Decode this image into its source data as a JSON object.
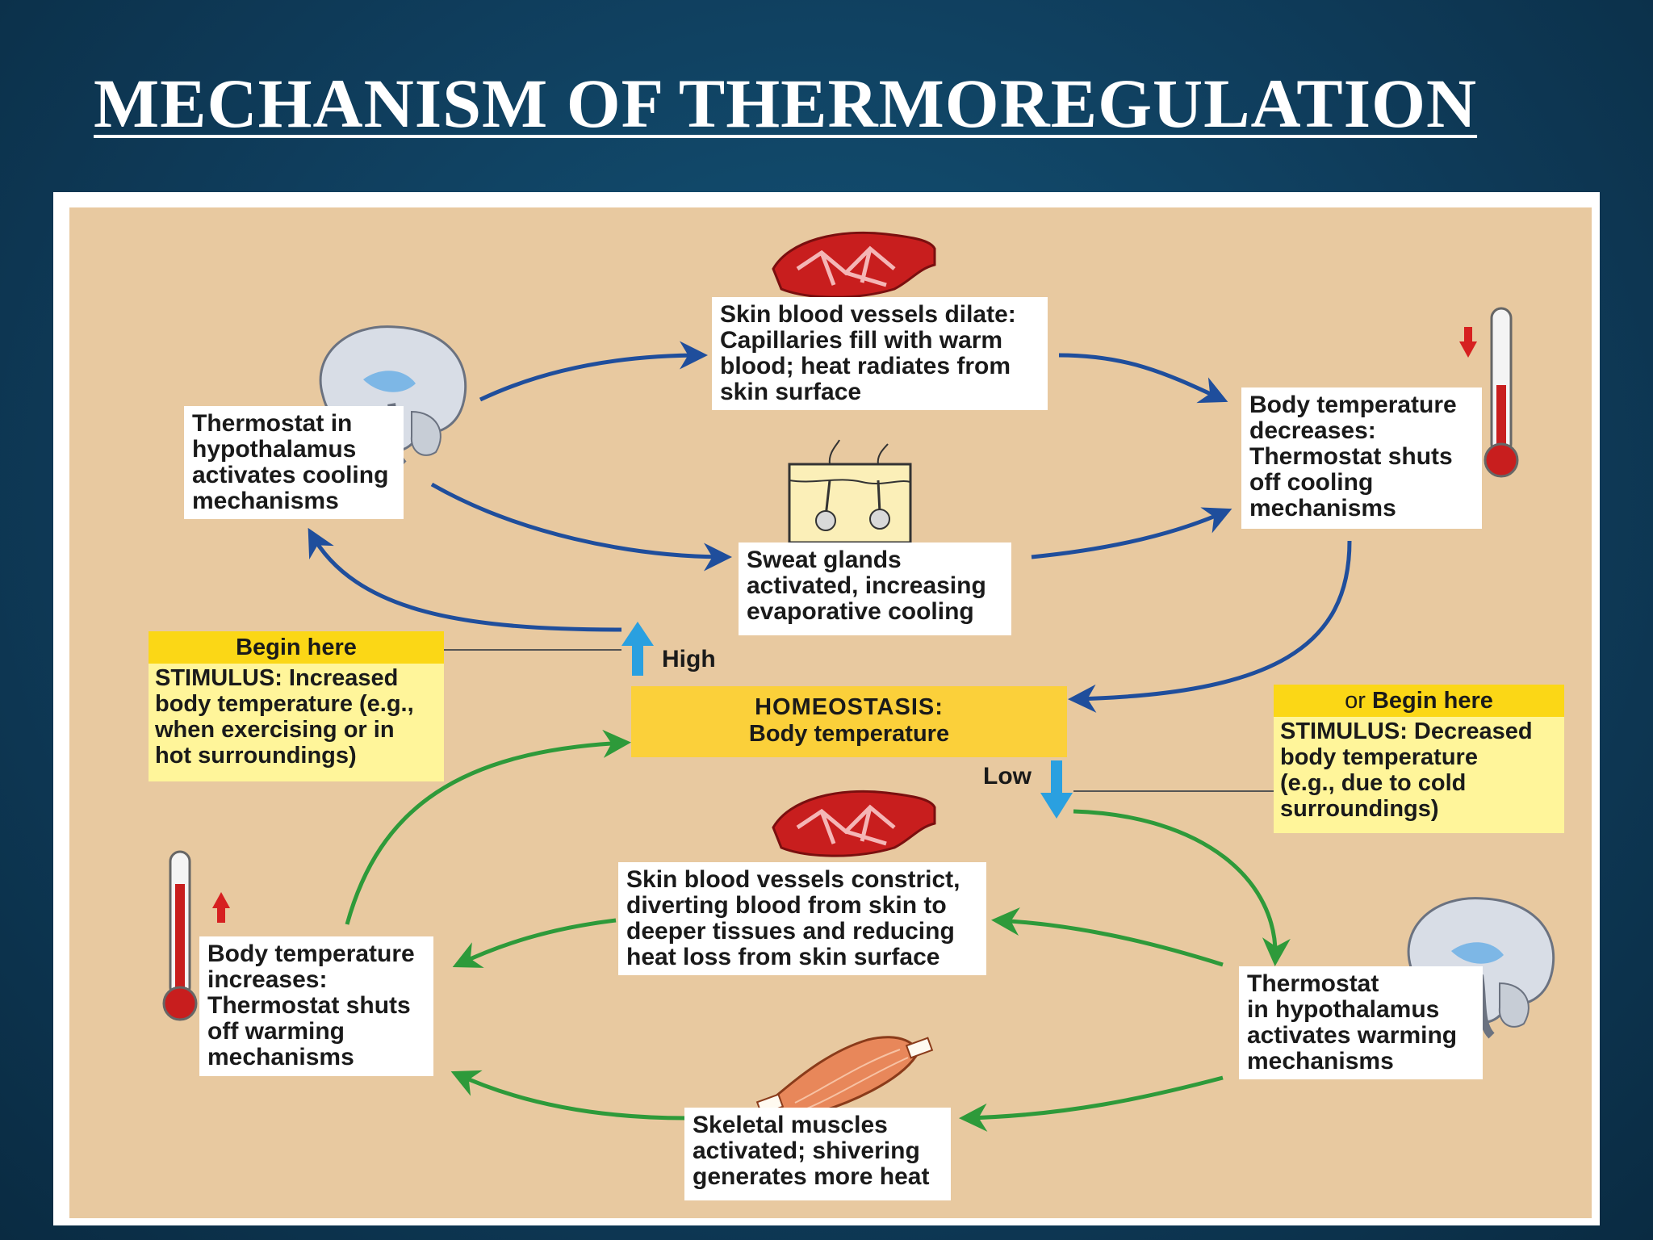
{
  "slide": {
    "title": "MECHANISM OF THERMOREGULATION"
  },
  "homeostasis": {
    "title": "HOMEOSTASIS:",
    "subtitle": "Body temperature"
  },
  "direction": {
    "high": "High",
    "low": "Low"
  },
  "stimulus_high": {
    "header": "Begin here",
    "text": "STIMULUS: Increased\nbody temperature (e.g.,\nwhen exercising or in\nhot surroundings)"
  },
  "stimulus_low": {
    "header_prefix": "or ",
    "header": "Begin here",
    "text": "STIMULUS: Decreased\nbody temperature\n(e.g., due to cold\nsurroundings)"
  },
  "cooling": {
    "thermostat": "Thermostat in\nhypothalamus\nactivates cooling\nmechanisms",
    "vessels_dilate": "Skin blood vessels dilate:\nCapillaries fill with warm\nblood; heat radiates from\nskin surface",
    "sweat": "Sweat glands\nactivated, increasing\nevaporative cooling",
    "temp_decreases": "Body temperature\ndecreases:\nThermostat shuts\noff cooling\nmechanisms"
  },
  "warming": {
    "thermostat": "Thermostat\nin hypothalamus\nactivates warming\nmechanisms",
    "vessels_constrict": "Skin blood vessels constrict,\ndiverting blood from skin to\ndeeper tissues and reducing\nheat loss from skin surface",
    "shivering": "Skeletal muscles\nactivated; shivering\ngenerates more heat",
    "temp_increases": "Body temperature\nincreases:\nThermostat shuts\noff warming\nmechanisms"
  },
  "colors": {
    "cooling_arrow": "#1f4e9c",
    "warming_arrow": "#2e9a3a",
    "updown_arrow": "#2aa0e0",
    "background": "#e8c9a0",
    "stimulus_header": "#fbd716",
    "stimulus_body": "#fff59a",
    "homeostasis": "#fbd03a"
  },
  "icons": [
    "brain-icon",
    "blood-vessel-icon",
    "sweat-gland-icon",
    "thermometer-icon",
    "muscle-icon",
    "arrow-up-icon",
    "arrow-down-icon"
  ]
}
